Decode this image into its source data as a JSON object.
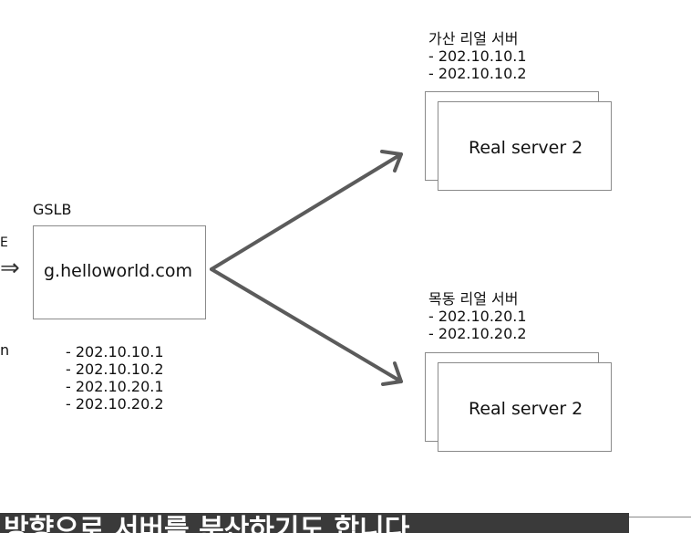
{
  "left_fragments": {
    "arrow_glyph": "⇒",
    "char": "n",
    "top_char": "E"
  },
  "gslb": {
    "label": "GSLB",
    "domain": "g.helloworld.com",
    "ips": [
      "- 202.10.10.1",
      "- 202.10.10.2",
      "- 202.10.20.1",
      "- 202.10.20.2"
    ]
  },
  "server_top": {
    "title": "가산 리얼 서버",
    "ips": [
      "- 202.10.10.1",
      "- 202.10.10.2"
    ],
    "box_label": "Real server 2"
  },
  "server_bottom": {
    "title": "목동 리얼 서버",
    "ips": [
      "- 202.10.20.1",
      "- 202.10.20.2"
    ],
    "box_label": "Real server 2"
  },
  "caption_bar": {
    "text": "방향으로 서버를 분산하기도 합니다"
  },
  "colors": {
    "arrow": "#5b5b5b",
    "box_border": "#8a8a8a",
    "caption_bg": "#3a3a3a"
  }
}
